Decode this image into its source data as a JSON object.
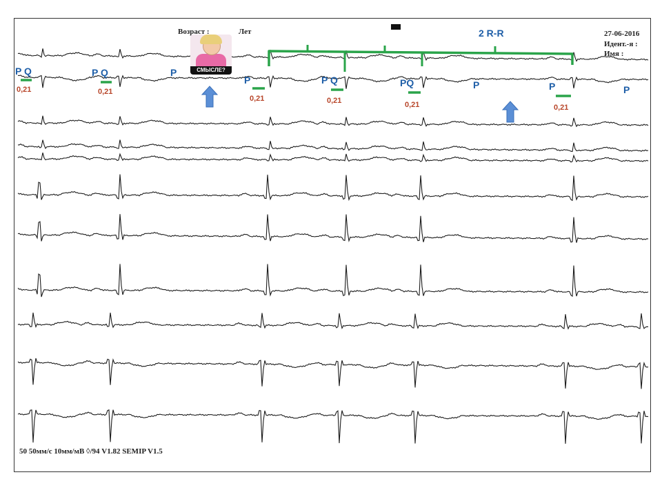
{
  "header": {
    "age_label": "Возраст :",
    "years_label": "Лет",
    "date": "27-06-2016",
    "id_label": "Идент.-я :",
    "name_label": "Имя :"
  },
  "footer": {
    "text": "50 50мм/с 10мм/мВ ◊/94     V1.82   SEMIP V1.5"
  },
  "sticker": {
    "caption": "СМЫСЛЕ?"
  },
  "annotations": {
    "rr_label": "2 R-R",
    "pq_labels": [
      "P Q",
      "P Q",
      "P Q",
      "PQ"
    ],
    "p_labels": [
      "P",
      "P",
      "P",
      "P",
      "P"
    ],
    "interval_values": [
      "0,21",
      "0,21",
      "0,21",
      "0,21",
      "0,21",
      "0,21"
    ]
  },
  "colors": {
    "annotation_green": "#2aa44a",
    "label_blue": "#1f5fa8",
    "value_orange": "#b8462a",
    "arrow_blue": "#5b8fd6",
    "trace": "#1a1a1a",
    "border": "#333333"
  },
  "icons": {
    "arrows": [
      "up-arrow-icon",
      "up-arrow-icon"
    ]
  }
}
